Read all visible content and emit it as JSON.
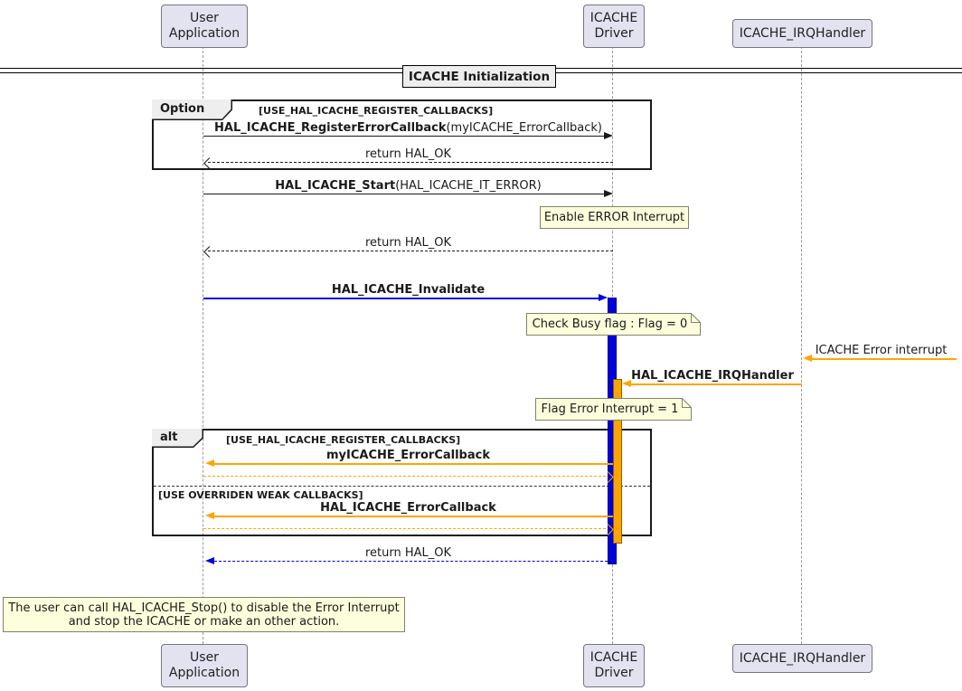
{
  "colors": {
    "blue": "#0000e0",
    "orange": "#FFA500",
    "black": "#1a1a1a",
    "participant_fill": "#E2E2F0",
    "participant_border": "#76767D",
    "note_fill": "#FDFFDC",
    "note_border": "#82826D",
    "fragment_header_fill": "#EEEEEE",
    "lifeline": "#999999"
  },
  "title": {
    "label": "ICACHE Initialization"
  },
  "participants": {
    "user_app": {
      "line1": "User",
      "line2": "Application"
    },
    "driver": {
      "line1": "ICACHE",
      "line2": "Driver"
    },
    "irq_handler": {
      "label": "ICACHE_IRQHandler"
    }
  },
  "fragments": {
    "option": {
      "operator": "Option",
      "guard": "[USE_HAL_ICACHE_REGISTER_CALLBACKS]"
    },
    "alt": {
      "operator": "alt",
      "guard1": "[USE_HAL_ICACHE_REGISTER_CALLBACKS]",
      "guard2": "[USE OVERRIDEN WEAK CALLBACKS]"
    }
  },
  "messages": {
    "register_error_callback": {
      "name": "HAL_ICACHE_RegisterErrorCallback",
      "args": "(myICACHE_ErrorCallback)"
    },
    "return_hal_ok_1": {
      "label": "return HAL_OK"
    },
    "start": {
      "name": "HAL_ICACHE_Start",
      "args": "(HAL_ICACHE_IT_ERROR)"
    },
    "return_hal_ok_2": {
      "label": "return HAL_OK"
    },
    "invalidate": {
      "label": "HAL_ICACHE_Invalidate"
    },
    "icache_error_interrupt": {
      "label": "ICACHE Error interrupt"
    },
    "irq_handler_call": {
      "label": "HAL_ICACHE_IRQHandler"
    },
    "my_icache_error_callback": {
      "label": "myICACHE_ErrorCallback"
    },
    "hal_icache_error_callback": {
      "label": "HAL_ICACHE_ErrorCallback"
    },
    "return_hal_ok_3": {
      "label": "return HAL_OK"
    }
  },
  "notes": {
    "enable_error_interrupt": {
      "label": "Enable ERROR Interrupt"
    },
    "check_busy_flag": {
      "label": "Check Busy flag : Flag = 0"
    },
    "flag_error_interrupt": {
      "label": "Flag Error Interrupt = 1"
    },
    "user_stop_note": {
      "line1": "The user can call HAL_ICACHE_Stop() to disable the Error Interrupt",
      "line2": "and stop the ICACHE or make an other action."
    }
  }
}
